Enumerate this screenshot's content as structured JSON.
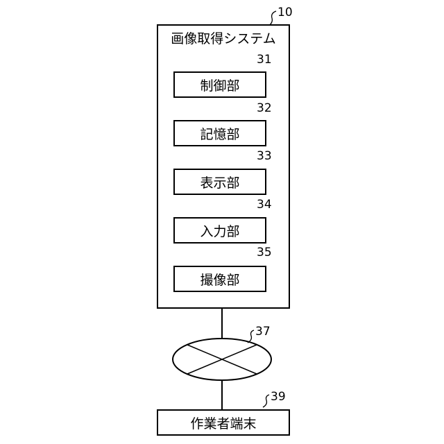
{
  "system": {
    "ref": "10",
    "title": "画像取得システム"
  },
  "units": [
    {
      "ref": "31",
      "label": "制御部"
    },
    {
      "ref": "32",
      "label": "記憶部"
    },
    {
      "ref": "33",
      "label": "表示部"
    },
    {
      "ref": "34",
      "label": "入力部"
    },
    {
      "ref": "35",
      "label": "撮像部"
    }
  ],
  "network": {
    "ref": "37"
  },
  "terminal": {
    "ref": "39",
    "label": "作業者端末"
  }
}
